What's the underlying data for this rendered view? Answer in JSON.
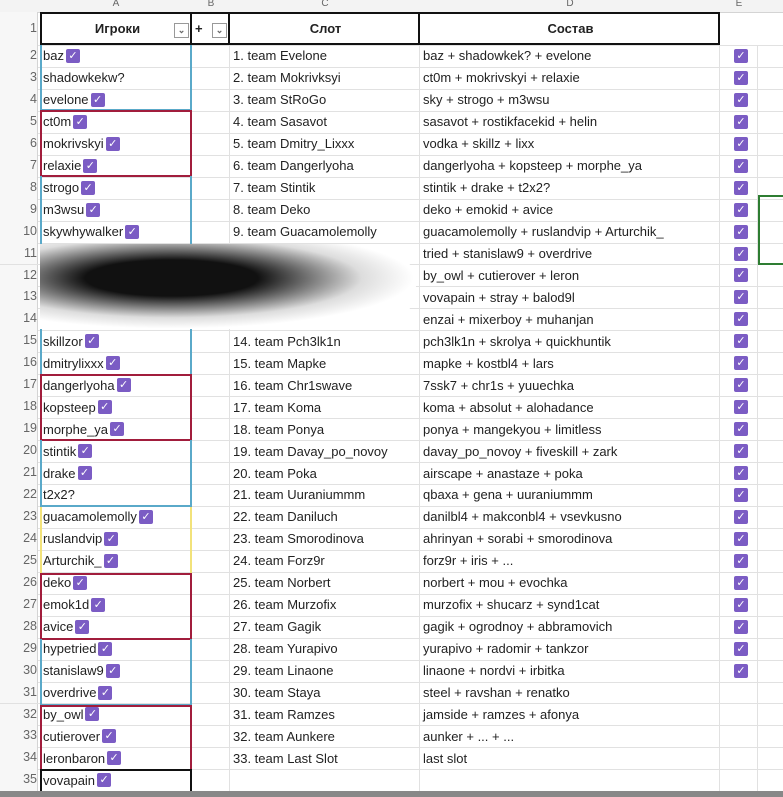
{
  "columns": [
    "A",
    "B",
    "C",
    "D",
    "E"
  ],
  "header": {
    "players": "Игроки",
    "plus": "+",
    "slot": "Слот",
    "roster": "Состав"
  },
  "accent": "#7b5cc4",
  "rows": [
    {
      "n": 2,
      "a": "baz",
      "ac": true,
      "c": "1. team Evelone",
      "d": "baz + shadowkek? + evelone",
      "e": true
    },
    {
      "n": 3,
      "a": "shadowkekw?",
      "ac": false,
      "c": "2. team Mokrivksyi",
      "d": "ct0m + mokrivskyi + relaxie",
      "e": true
    },
    {
      "n": 4,
      "a": "evelone",
      "ac": true,
      "c": "3. team StRoGo",
      "d": "sky + strogo + m3wsu",
      "e": true
    },
    {
      "n": 5,
      "a": "ct0m",
      "ac": true,
      "c": "4. team Sasavot",
      "d": "sasavot + rostikfacekid + helin",
      "e": true
    },
    {
      "n": 6,
      "a": "mokrivskyi",
      "ac": true,
      "c": "5. team Dmitry_Lixxx",
      "d": "vodka + skillz + lixx",
      "e": true
    },
    {
      "n": 7,
      "a": "relaxie",
      "ac": true,
      "c": "6. team Dangerlyoha",
      "d": "dangerlyoha + kopsteep + morphe_ya",
      "e": true
    },
    {
      "n": 8,
      "a": "strogo",
      "ac": true,
      "c": "7. team Stintik",
      "d": "stintik + drake + t2x2?",
      "e": true
    },
    {
      "n": 9,
      "a": "m3wsu",
      "ac": true,
      "c": "8. team Deko",
      "d": "deko + emokid + avice",
      "e": true
    },
    {
      "n": 10,
      "a": "skywhywalker",
      "ac": true,
      "c": "9. team Guacamolemolly",
      "d": "guacamolemolly + ruslandvip + Arturchik_",
      "e": true
    },
    {
      "n": 11,
      "a": "",
      "ac": false,
      "c": "",
      "d": "tried + stanislaw9 + overdrive",
      "e": true
    },
    {
      "n": 12,
      "a": "",
      "ac": false,
      "c": "",
      "d": "by_owl + cutierover + leron",
      "e": true
    },
    {
      "n": 13,
      "a": "",
      "ac": false,
      "c": "",
      "d": "vovapain + stray + balod9l",
      "e": true
    },
    {
      "n": 14,
      "a": "",
      "ac": false,
      "c": "",
      "d": "enzai + mixerboy + muhanjan",
      "e": true
    },
    {
      "n": 15,
      "a": "skillzor",
      "ac": true,
      "c": "14. team Pch3lk1n",
      "d": "pch3lk1n + skrolya + quickhuntik",
      "e": true
    },
    {
      "n": 16,
      "a": "dmitrylixxx",
      "ac": true,
      "c": "15. team Mapke",
      "d": "mapke + kostbl4 + lars",
      "e": true
    },
    {
      "n": 17,
      "a": "dangerlyoha",
      "ac": true,
      "c": "16. team Chr1swave",
      "d": "7ssk7 + chr1s + yuuechka",
      "e": true
    },
    {
      "n": 18,
      "a": "kopsteep",
      "ac": true,
      "c": "17. team Koma",
      "d": "koma + absolut + alohadance",
      "e": true
    },
    {
      "n": 19,
      "a": "morphe_ya",
      "ac": true,
      "c": "18. team Ponya",
      "d": "ponya + mangekyou + limitless",
      "e": true
    },
    {
      "n": 20,
      "a": "stintik",
      "ac": true,
      "c": "19. team Davay_po_novoy",
      "d": "davay_po_novoy + fiveskill + zark",
      "e": true
    },
    {
      "n": 21,
      "a": "drake",
      "ac": true,
      "c": "20. team Poka",
      "d": "airscape + anastaze + poka",
      "e": true
    },
    {
      "n": 22,
      "a": "t2x2?",
      "ac": false,
      "c": "21. team Uuraniummm",
      "d": "qbaxa + gena + uuraniummm",
      "e": true
    },
    {
      "n": 23,
      "a": "guacamolemolly",
      "ac": true,
      "c": "22. team Daniluch",
      "d": "danilbl4 + makconbl4 + vsevkusno",
      "e": true
    },
    {
      "n": 24,
      "a": "ruslandvip",
      "ac": true,
      "c": "23. team Smorodinova",
      "d": "ahrinyan + sorabi + smorodinova",
      "e": true
    },
    {
      "n": 25,
      "a": "Arturchik_",
      "ac": true,
      "c": "24. team Forz9r",
      "d": "forz9r + iris + ...",
      "e": true
    },
    {
      "n": 26,
      "a": "deko",
      "ac": true,
      "c": "25. team Norbert",
      "d": "norbert + mou + evochka",
      "e": true
    },
    {
      "n": 27,
      "a": "emok1d",
      "ac": true,
      "c": "26. team Murzofix",
      "d": "murzofix + shucarz + synd1cat",
      "e": true
    },
    {
      "n": 28,
      "a": "avice",
      "ac": true,
      "c": "27. team Gagik",
      "d": "gagik + ogrodnoy + abbramovich",
      "e": true
    },
    {
      "n": 29,
      "a": "hypetried",
      "ac": true,
      "c": "28. team Yurapivo",
      "d": "yurapivo + radomir + tankzor",
      "e": true
    },
    {
      "n": 30,
      "a": "stanislaw9",
      "ac": true,
      "c": "29. team Linaone",
      "d": "linaone + nordvi + irbitka",
      "e": true
    },
    {
      "n": 31,
      "a": "overdrive",
      "ac": true,
      "c": "30. team Staya",
      "d": "steel + ravshan + renatko",
      "e": false
    },
    {
      "n": 32,
      "a": "by_owl",
      "ac": true,
      "c": "31. team Ramzes",
      "d": "jamside + ramzes + afonya",
      "e": false
    },
    {
      "n": 33,
      "a": "cutierover",
      "ac": true,
      "c": "32. team Aunkere",
      "d": "aunker + ... + ...",
      "e": false
    },
    {
      "n": 34,
      "a": "leronbaron",
      "ac": true,
      "c": "33. team Last Slot",
      "d": "last slot",
      "e": false
    },
    {
      "n": 35,
      "a": "vovapain",
      "ac": true,
      "c": "",
      "d": "",
      "e": false
    }
  ]
}
